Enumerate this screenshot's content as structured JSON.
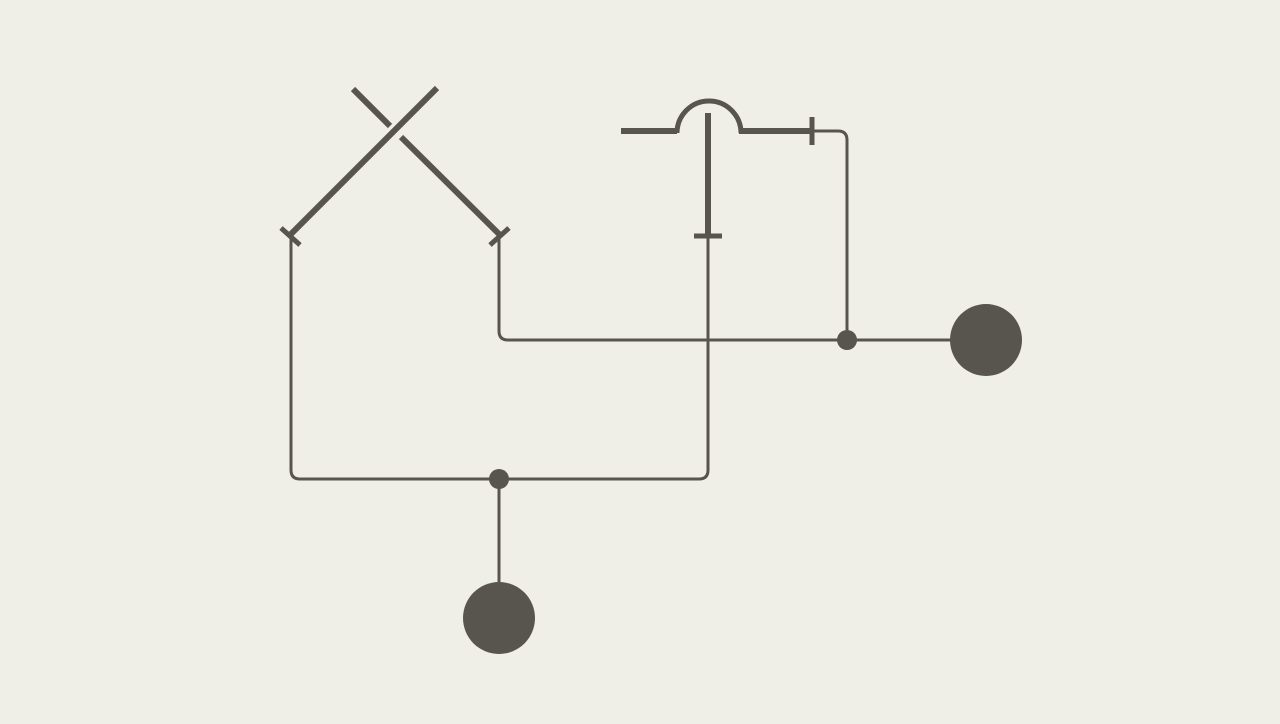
{
  "theme": {
    "background": "#efefe7",
    "ink": "#58554f"
  },
  "puzzle": {
    "elements": [
      {
        "kind": "crossed-switch",
        "name": "crossed-switch-left",
        "icon": "crossed-bars-icon"
      },
      {
        "kind": "bridge-switch",
        "name": "bridge-switch-top",
        "icon": "arched-bridge-icon"
      },
      {
        "kind": "terminal",
        "name": "terminal-right",
        "icon": "filled-circle-icon"
      },
      {
        "kind": "terminal",
        "name": "terminal-bottom",
        "icon": "filled-circle-icon"
      },
      {
        "kind": "junction",
        "name": "junction-right",
        "icon": "dot-icon"
      },
      {
        "kind": "junction",
        "name": "junction-bottom",
        "icon": "dot-icon"
      }
    ]
  }
}
